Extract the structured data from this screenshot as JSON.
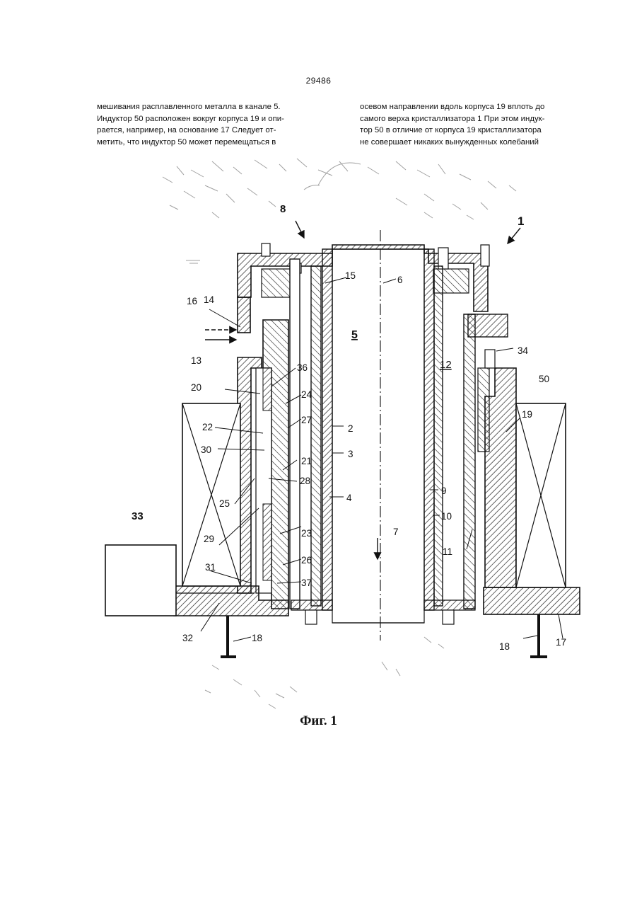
{
  "page": {
    "number": "29486",
    "column_left": [
      "мешивания расплавленного металла в канале 5.",
      "Индуктор 50 расположен вокруг корпуса 19 и опи-",
      "рается, например, на основание 17 Следует от-",
      "метить, что индуктор 50 может перемещаться в"
    ],
    "column_right": [
      "осевом направлении вдоль корпуса 19 вплоть до",
      "самого верха кристаллизатора 1 При этом индук-",
      "тор 50 в отличие от корпуса 19 кристаллизатора",
      "не совершает никаких вынужденных колебаний"
    ]
  },
  "figure": {
    "caption": "Фиг. 1",
    "labels": {
      "n1": "1",
      "n2": "2",
      "n3": "3",
      "n4": "4",
      "n5": "5",
      "n6": "6",
      "n7": "7",
      "n8": "8",
      "n9": "9",
      "n10": "10",
      "n11": "11",
      "n12": "12",
      "n13": "13",
      "n14": "14",
      "n15": "15",
      "n16": "16",
      "n17": "17",
      "n18a": "18",
      "n18b": "18",
      "n19": "19",
      "n20": "20",
      "n21": "21",
      "n22": "22",
      "n23": "23",
      "n24": "24",
      "n25": "25",
      "n26": "26",
      "n27": "27",
      "n28": "28",
      "n29": "29",
      "n30": "30",
      "n31": "31",
      "n32": "32",
      "n33": "33",
      "n34": "34",
      "n36": "36",
      "n37": "37",
      "n50": "50"
    }
  }
}
